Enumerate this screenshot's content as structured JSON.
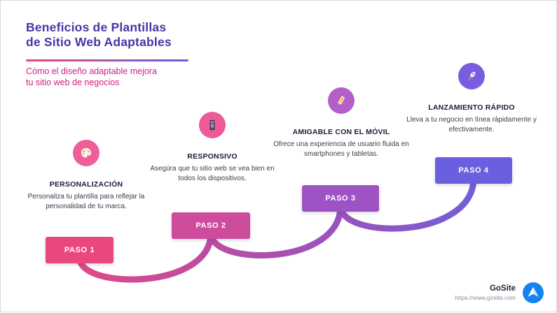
{
  "page": {
    "title_line1": "Beneficios de Plantillas",
    "title_line2": "de Sitio Web Adaptables",
    "subtitle_line1": "Cómo el diseño adaptable mejora",
    "subtitle_line2": "tu sitio web de negocios",
    "title_color": "#4338A6",
    "subtitle_color": "#D01F82"
  },
  "steps": [
    {
      "badge": "PASO 1",
      "title": "PERSONALIZACIÓN",
      "description": "Personaliza tu plantilla para reflejar la personalidad de tu marca.",
      "icon": "palette-icon",
      "badge_color": "#E9487F",
      "circle_color": "#EF5E9A"
    },
    {
      "badge": "PASO 2",
      "title": "RESPONSIVO",
      "description": "Asegúra que tu sitio web se vea bien en todos los dispositivos.",
      "icon": "phone-keypad-icon",
      "badge_color": "#CE4C9C",
      "circle_color": "#EC5B97"
    },
    {
      "badge": "PASO 3",
      "title": "AMIGABLE CON EL MÓVIL",
      "description": "Ofrece una experiencia de usuario fluida en smartphones y tabletas.",
      "icon": "mobile-friendly-icon",
      "badge_color": "#9E53C5",
      "circle_color": "#B35FC9"
    },
    {
      "badge": "PASO 4",
      "title": "LANZAMIENTO RÁPIDO",
      "description": "Lleva a tu negocio en línea rápidamente y efectivamente.",
      "icon": "rocket-icon",
      "badge_color": "#6A60DF",
      "circle_color": "#7A5CE0"
    }
  ],
  "footer": {
    "brand": "GoSite",
    "url": "https://www.gosite.com"
  },
  "colors": {
    "gradient_start": "#E9487F",
    "gradient_mid": "#A94FB2",
    "gradient_end": "#6A60DF"
  }
}
